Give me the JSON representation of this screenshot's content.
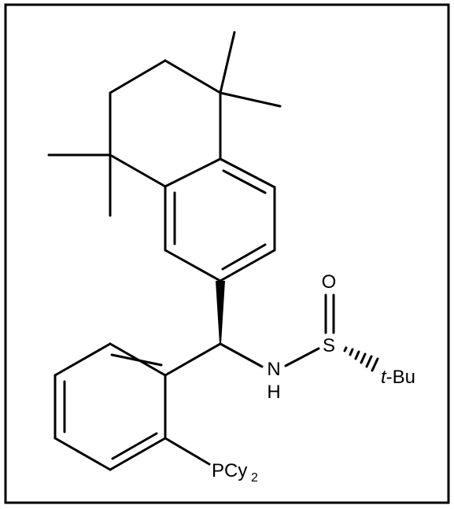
{
  "colors": {
    "background": "#ffffff",
    "ink": "#000000"
  },
  "labels": {
    "oxygen": "O",
    "sulfur": "S",
    "nitrogen": "N",
    "hydrogen": "H",
    "tbu_prefix": "t",
    "tbu_suffix": "-Bu",
    "phosphine": "PCy",
    "phosphine_subscript": "2"
  }
}
